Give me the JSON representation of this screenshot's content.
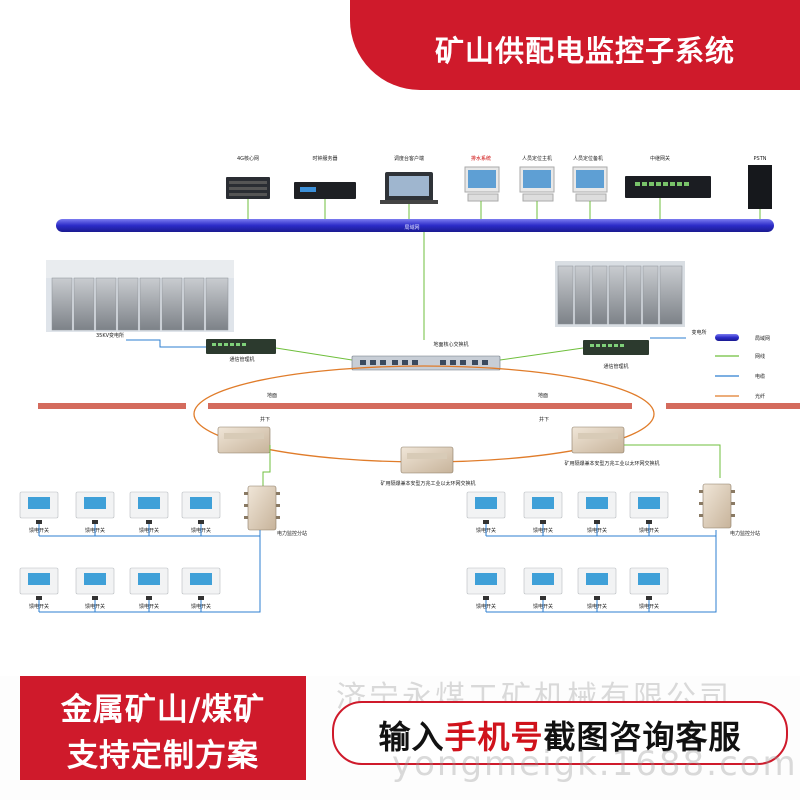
{
  "title": "矿山供配电监控子系统",
  "servers": [
    {
      "label": "4G核心网",
      "kind": "rack"
    },
    {
      "label": "时钟服务器",
      "kind": "rack"
    },
    {
      "label": "调度台客户端",
      "kind": "console"
    },
    {
      "label": "排水系统",
      "kind": "pc"
    },
    {
      "label": "人员定位主机",
      "kind": "pc"
    },
    {
      "label": "人员定位备机",
      "kind": "pc"
    },
    {
      "label": "中继网关",
      "kind": "switch"
    },
    {
      "label": "PSTN",
      "kind": "tower"
    }
  ],
  "labels": {
    "lan": "局域网",
    "core_switch": "地面核心交换机",
    "substation_left": "35KV变电所",
    "substation_right": "变电所",
    "comm_mgr_left": "通信管理机",
    "comm_mgr_right": "通信管理机",
    "surface_left": "地面",
    "surface_right": "地面",
    "underground_left": "井下",
    "underground_right": "井下",
    "ring_switch_center": "矿用隔爆兼本安型万兆工业以太环网交换机",
    "ring_switch_right": "矿用隔爆兼本安型万兆工业以太环网交换机",
    "station_left": "电力监控分站",
    "station_right": "电力监控分站",
    "feeder_switch": "馈电开关"
  },
  "legend": [
    {
      "label": "局域网",
      "color": "#3a3ad0",
      "style": "bus"
    },
    {
      "label": "网线",
      "color": "#6fbf3c",
      "style": "line"
    },
    {
      "label": "电缆",
      "color": "#2e7fd1",
      "style": "line"
    },
    {
      "label": "光纤",
      "color": "#e07c2a",
      "style": "line"
    }
  ],
  "promo": {
    "left_line1": "金属矿山/煤矿",
    "left_line2": "支持定制方案",
    "right_pre": "输入",
    "right_hl": "手机号",
    "right_post": "截图咨询客服"
  },
  "watermark": {
    "cn": "济宁永煤工矿机械有限公司",
    "en": "yongmeigk.1688.com"
  },
  "colors": {
    "brand_red": "#cf1a2b",
    "lan_bus": "#3a3ad0",
    "net_line": "#6fbf3c",
    "cable": "#2e7fd1",
    "fiber": "#e07c2a",
    "ground_bar": "#d46b5d"
  }
}
